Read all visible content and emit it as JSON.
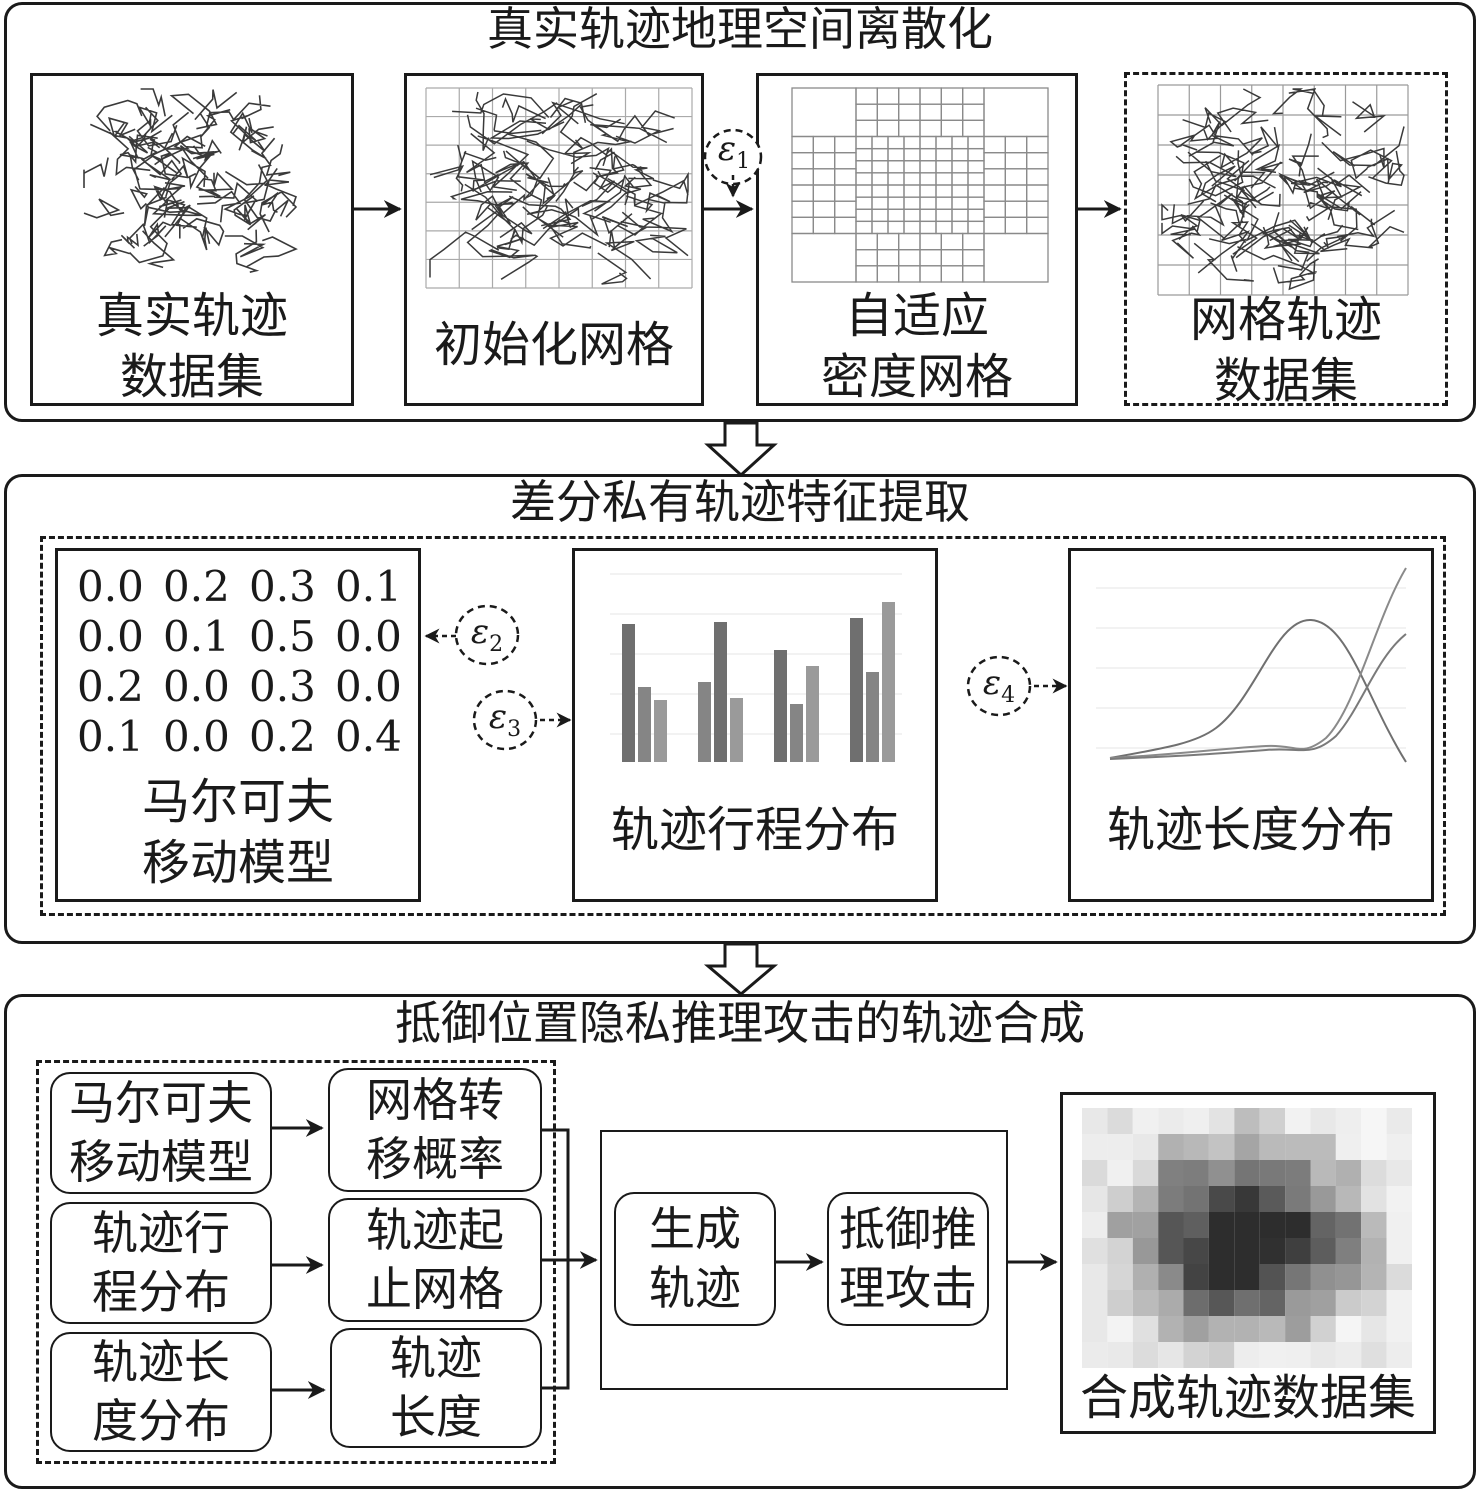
{
  "section1": {
    "title": "真实轨迹地理空间离散化",
    "boxes": [
      {
        "label": "真实轨迹\n数据集"
      },
      {
        "label": "初始化网格"
      },
      {
        "label": "自适应\n密度网格"
      },
      {
        "label": "网格轨迹\n数据集"
      }
    ],
    "epsilon": {
      "symbol": "ε",
      "sub": "1"
    }
  },
  "section2": {
    "title": "差分私有轨迹特征提取",
    "matrix": {
      "rows": [
        [
          "0.0",
          "0.2",
          "0.3",
          "0.1"
        ],
        [
          "0.0",
          "0.1",
          "0.5",
          "0.0"
        ],
        [
          "0.2",
          "0.0",
          "0.3",
          "0.0"
        ],
        [
          "0.1",
          "0.0",
          "0.2",
          "0.4"
        ]
      ],
      "label": "马尔可夫\n移动模型"
    },
    "trip_label": "轨迹行程分布",
    "length_label": "轨迹长度分布",
    "epsilons": [
      {
        "symbol": "ε",
        "sub": "2"
      },
      {
        "symbol": "ε",
        "sub": "3"
      },
      {
        "symbol": "ε",
        "sub": "4"
      }
    ]
  },
  "section3": {
    "title": "抵御位置隐私推理攻击的轨迹合成",
    "left_boxes": [
      "马尔可夫\n移动模型",
      "轨迹行\n程分布",
      "轨迹长\n度分布"
    ],
    "mid_boxes": [
      "网格转\n移概率",
      "轨迹起\n止网格",
      "轨迹\n长度"
    ],
    "generate": "生成\n轨迹",
    "defend": "抵御推\n理攻击",
    "output_label": "合成轨迹数据集"
  },
  "colors": {
    "stroke": "#1a1a1a",
    "bar_dark": "#6f6f6f",
    "bar_mid": "#858585",
    "bar_light": "#9a9a9a"
  }
}
